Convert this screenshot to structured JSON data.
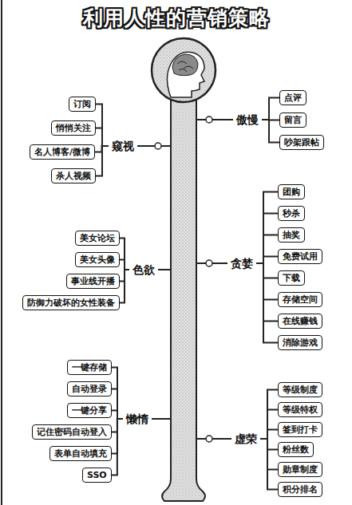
{
  "diagram": {
    "title": "利用人性的营销策略",
    "nodes": [
      {
        "text": [
          "窥视"
        ]
      },
      {
        "text": [
          "订阅"
        ]
      },
      {
        "text": [
          "悄悄关注"
        ]
      },
      {
        "text": [
          "名人博客/微博"
        ]
      },
      {
        "text": [
          "杀人视频"
        ]
      },
      {
        "text": [
          "傲慢"
        ]
      },
      {
        "text": [
          "点评"
        ]
      },
      {
        "text": [
          "留言"
        ]
      },
      {
        "text": [
          "吵架跟帖"
        ]
      },
      {
        "text": [
          "色欲"
        ]
      },
      {
        "text": [
          "美女论坛"
        ]
      },
      {
        "text": [
          "美女头像"
        ]
      },
      {
        "text": [
          "事业线开播"
        ]
      },
      {
        "text": [
          "防御力破坏的女性装备"
        ]
      },
      {
        "text": [
          "贪婪"
        ]
      },
      {
        "text": [
          "团购"
        ]
      },
      {
        "text": [
          "秒杀"
        ]
      },
      {
        "text": [
          "抽奖"
        ]
      },
      {
        "text": [
          "免费试用"
        ]
      },
      {
        "text": [
          "下载"
        ]
      },
      {
        "text": [
          "存储空间"
        ]
      },
      {
        "text": [
          "在线赚钱"
        ]
      },
      {
        "text": [
          "消除游戏"
        ]
      },
      {
        "text": [
          "懒惰"
        ]
      },
      {
        "text": [
          "一键存储"
        ]
      },
      {
        "text": [
          "自动登录"
        ]
      },
      {
        "text": [
          "一键分享"
        ]
      },
      {
        "text": [
          "记住密码自动登入"
        ]
      },
      {
        "text": [
          "表单自动填充"
        ]
      },
      {
        "text": [
          "SSO"
        ]
      },
      {
        "text": [
          "虚荣"
        ]
      },
      {
        "text": [
          "等级制度"
        ]
      },
      {
        "text": [
          "等级特权"
        ]
      },
      {
        "text": [
          "签到打卡"
        ]
      },
      {
        "text": [
          "粉丝数"
        ]
      },
      {
        "text": [
          "勋章制度"
        ]
      },
      {
        "text": [
          "积分排名"
        ]
      }
    ],
    "edges": [
      {
        "from": 0,
        "to": 1,
        "arrow": "none"
      },
      {
        "from": 0,
        "to": 2,
        "arrow": "none"
      },
      {
        "from": 0,
        "to": 3,
        "arrow": "none"
      },
      {
        "from": 0,
        "to": 4,
        "arrow": "none"
      },
      {
        "from": 5,
        "to": 6,
        "arrow": "none"
      },
      {
        "from": 5,
        "to": 7,
        "arrow": "none"
      },
      {
        "from": 5,
        "to": 8,
        "arrow": "none"
      },
      {
        "from": 9,
        "to": 10,
        "arrow": "none"
      },
      {
        "from": 9,
        "to": 11,
        "arrow": "none"
      },
      {
        "from": 9,
        "to": 12,
        "arrow": "none"
      },
      {
        "from": 9,
        "to": 13,
        "arrow": "none"
      },
      {
        "from": 14,
        "to": 15,
        "arrow": "none"
      },
      {
        "from": 14,
        "to": 16,
        "arrow": "none"
      },
      {
        "from": 14,
        "to": 17,
        "arrow": "none"
      },
      {
        "from": 14,
        "to": 18,
        "arrow": "none"
      },
      {
        "from": 14,
        "to": 19,
        "arrow": "none"
      },
      {
        "from": 14,
        "to": 20,
        "arrow": "none"
      },
      {
        "from": 14,
        "to": 21,
        "arrow": "none"
      },
      {
        "from": 14,
        "to": 22,
        "arrow": "none"
      },
      {
        "from": 23,
        "to": 24,
        "arrow": "none"
      },
      {
        "from": 23,
        "to": 25,
        "arrow": "none"
      },
      {
        "from": 23,
        "to": 26,
        "arrow": "none"
      },
      {
        "from": 23,
        "to": 27,
        "arrow": "none"
      },
      {
        "from": 23,
        "to": 28,
        "arrow": "none"
      },
      {
        "from": 23,
        "to": 29,
        "arrow": "none"
      },
      {
        "from": 30,
        "to": 31,
        "arrow": "none"
      },
      {
        "from": 30,
        "to": 32,
        "arrow": "none"
      },
      {
        "from": 30,
        "to": 33,
        "arrow": "none"
      },
      {
        "from": 30,
        "to": 34,
        "arrow": "none"
      },
      {
        "from": 30,
        "to": 35,
        "arrow": "none"
      },
      {
        "from": 30,
        "to": 36,
        "arrow": "none"
      }
    ]
  }
}
